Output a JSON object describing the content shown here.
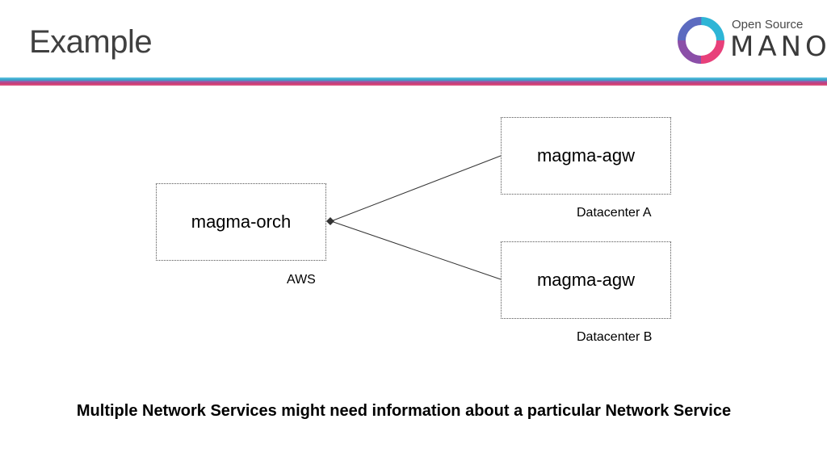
{
  "slide": {
    "title": "Example",
    "caption": "Multiple Network Services might need information about a particular Network Service"
  },
  "logo": {
    "line1": "Open Source",
    "line2": "MANO",
    "colors": [
      "#2eb5d6",
      "#e8407a",
      "#8b4fa8",
      "#5c6bc0"
    ]
  },
  "stripes": [
    "#4fb8d8",
    "#3f9fc8",
    "#9b5ba8",
    "#c2407e",
    "#d84a7a"
  ],
  "diagram": {
    "nodes": {
      "orch": {
        "label": "magma-orch",
        "location": "AWS"
      },
      "agw_a": {
        "label": "magma-agw",
        "location": "Datacenter A"
      },
      "agw_b": {
        "label": "magma-agw",
        "location": "Datacenter B"
      }
    }
  }
}
